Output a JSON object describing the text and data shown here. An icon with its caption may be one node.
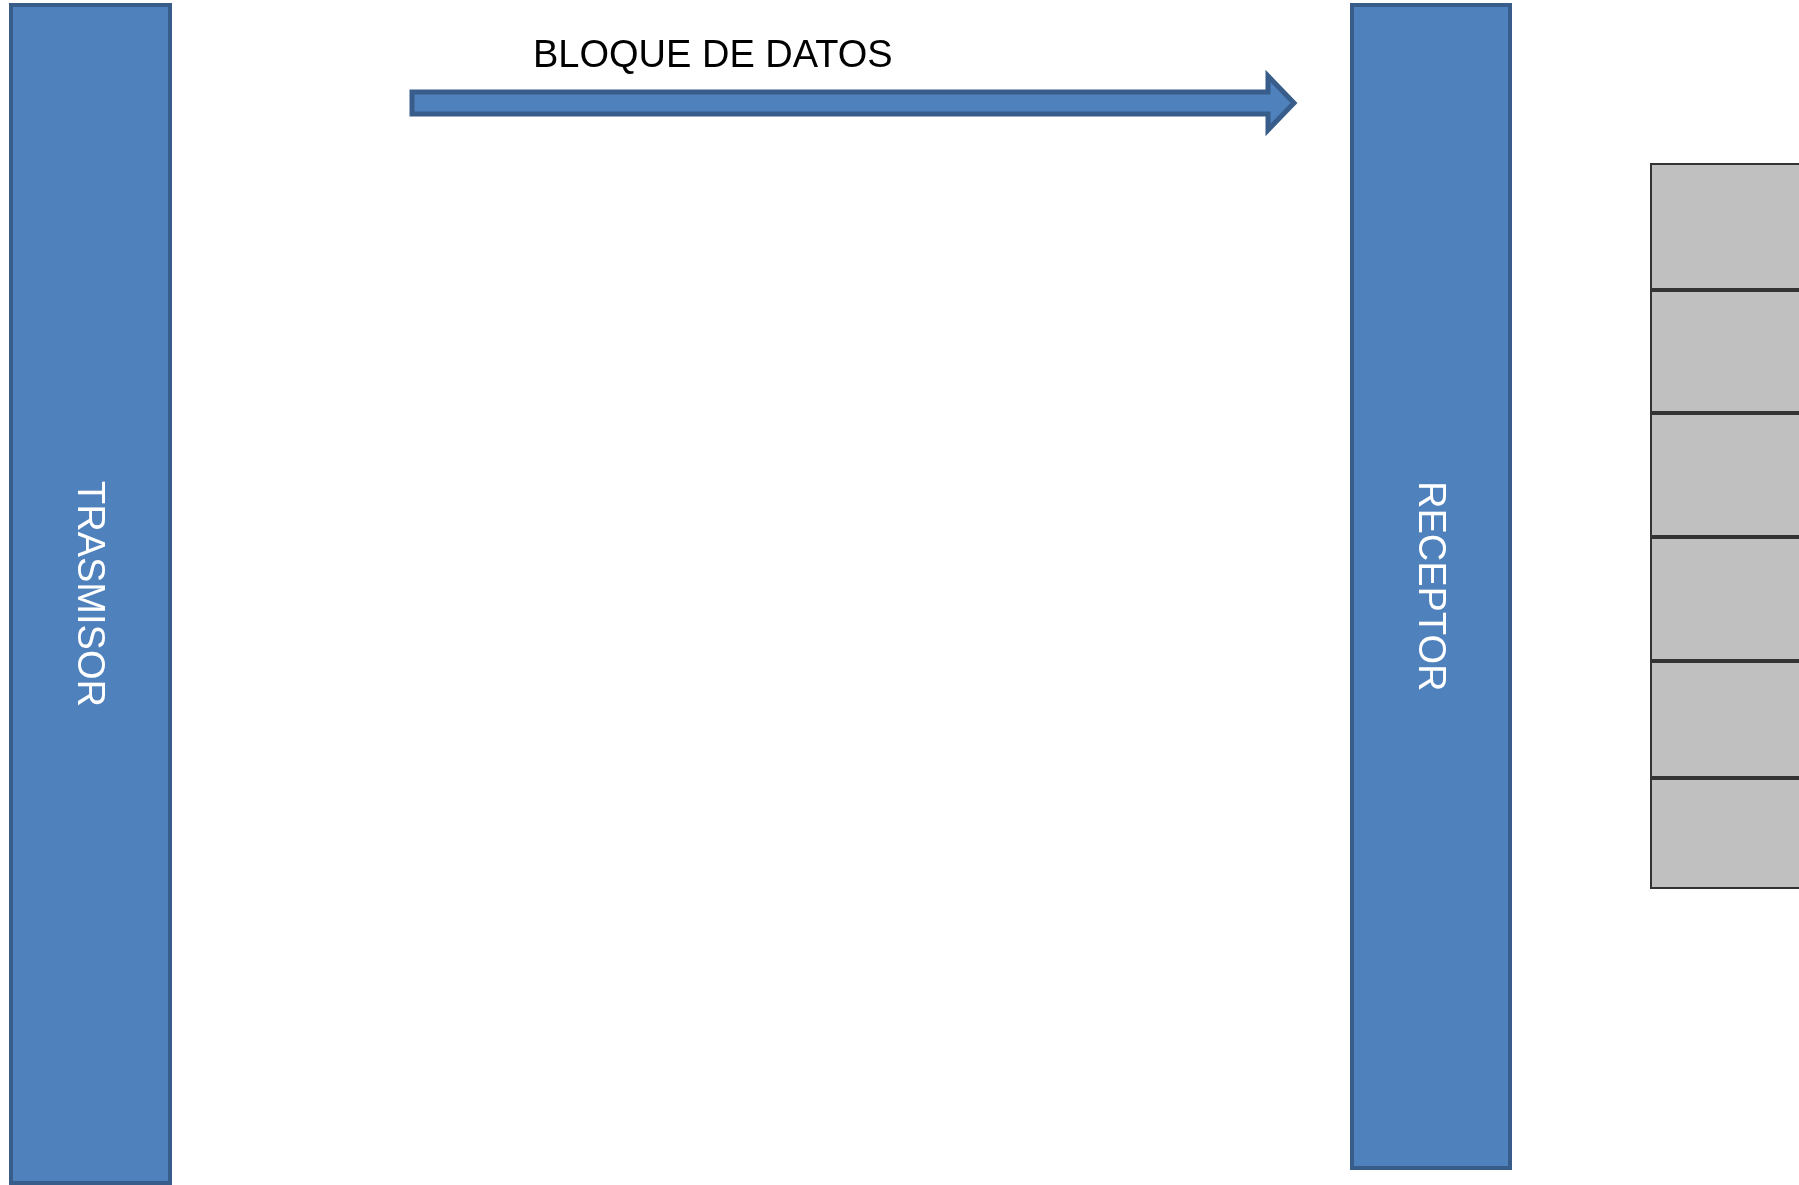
{
  "diagram": {
    "nodes": [
      {
        "text": [
          "TRASMISOR"
        ]
      },
      {
        "text": [
          "RECEPTOR"
        ]
      },
      {
        "text": [],
        "shape": "box"
      },
      {
        "text": [],
        "shape": "box"
      },
      {
        "text": [],
        "shape": "box"
      },
      {
        "text": [],
        "shape": "box"
      },
      {
        "text": [],
        "shape": "box"
      },
      {
        "text": [],
        "shape": "box"
      }
    ],
    "edges": [
      {
        "from": 0,
        "to": 1,
        "arrow": "to",
        "label": "BLOQUE DE DATOS"
      }
    ]
  }
}
